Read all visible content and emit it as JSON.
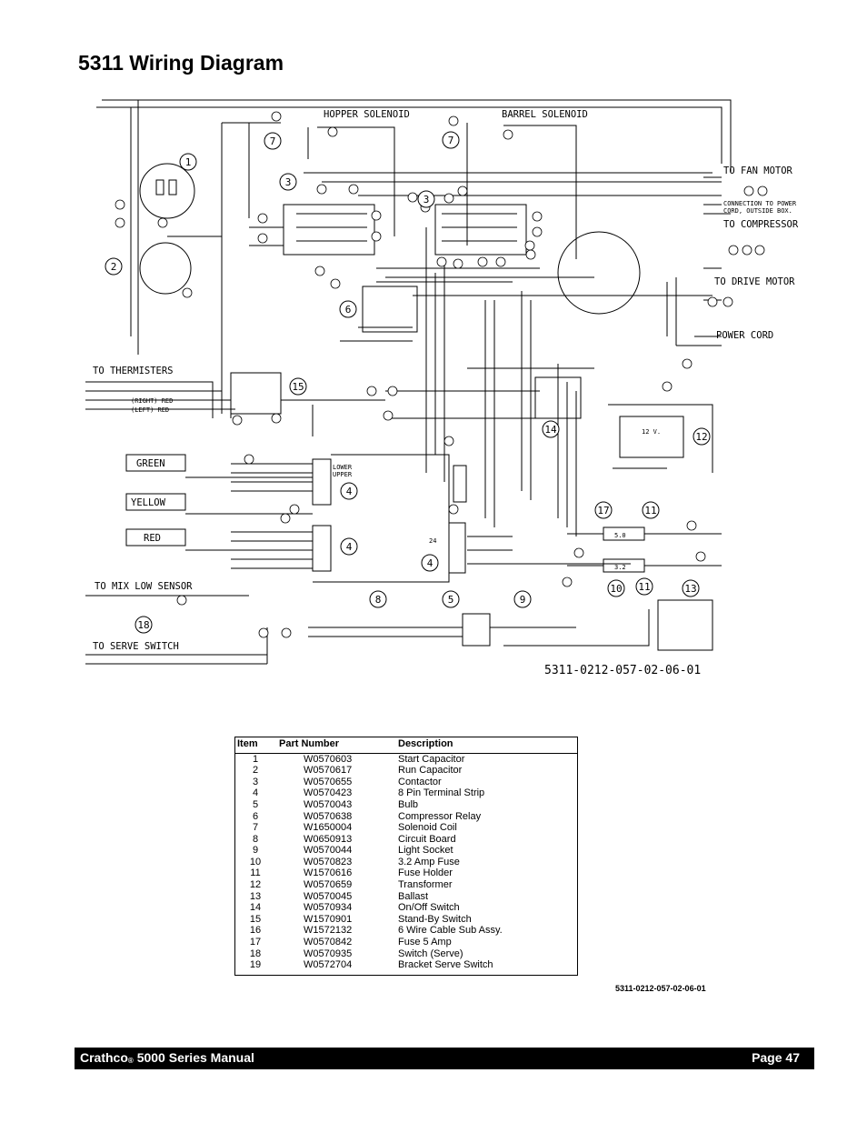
{
  "page": {
    "title": "5311 Wiring Diagram",
    "drawing_number": "5311-0212-057-02-06-01",
    "footer_brand": "Crathco",
    "footer_reg": "®",
    "footer_manual": " 5000 Series Manual",
    "footer_page": "Page 47"
  },
  "diagram": {
    "labels": {
      "hopper": "HOPPER SOLENOID",
      "barrel": "BARREL SOLENOID",
      "fan": "TO FAN MOTOR",
      "conn1": "CONNECTION TO POWER",
      "conn2": "CORD, OUTSIDE BOX.",
      "compressor": "TO COMPRESSOR",
      "drive": "TO DRIVE MOTOR",
      "power": "POWER CORD",
      "thermisters": "TO THERMISTERS",
      "mixlow": "TO MIX LOW SENSOR",
      "serve": "TO SERVE SWITCH",
      "green_box": "GREEN",
      "yellow_box": "YELLOW",
      "red_box": "RED",
      "lower": "LOWER",
      "upper": "UPPER",
      "fuse5": "5.0",
      "fuse32": "3.2",
      "right_red": "(RIGHT) RED",
      "left_red": "(LEFT) RED",
      "v24": "24",
      "v12": "12 V."
    },
    "callouts": [
      "1",
      "2",
      "3",
      "3",
      "4",
      "4",
      "4",
      "5",
      "6",
      "7",
      "7",
      "8",
      "9",
      "10",
      "11",
      "11",
      "12",
      "13",
      "14",
      "15",
      "17",
      "18"
    ]
  },
  "table": {
    "headers": [
      "Item",
      "Part Number",
      "Description"
    ],
    "rows": [
      [
        "1",
        "W0570603",
        "Start Capacitor"
      ],
      [
        "2",
        "W0570617",
        "Run Capacitor"
      ],
      [
        "3",
        "W0570655",
        "Contactor"
      ],
      [
        "4",
        "W0570423",
        "8 Pin Terminal Strip"
      ],
      [
        "5",
        "W0570043",
        "Bulb"
      ],
      [
        "6",
        "W0570638",
        "Compressor Relay"
      ],
      [
        "7",
        "W1650004",
        "Solenoid Coil"
      ],
      [
        "8",
        "W0650913",
        "Circuit Board"
      ],
      [
        "9",
        "W0570044",
        "Light Socket"
      ],
      [
        "10",
        "W0570823",
        "3.2 Amp Fuse"
      ],
      [
        "11",
        "W1570616",
        "Fuse Holder"
      ],
      [
        "12",
        "W0570659",
        "Transformer"
      ],
      [
        "13",
        "W0570045",
        "Ballast"
      ],
      [
        "14",
        "W0570934",
        "On/Off Switch"
      ],
      [
        "15",
        "W1570901",
        "Stand-By Switch"
      ],
      [
        "16",
        "W1572132",
        "6 Wire Cable Sub Assy."
      ],
      [
        "17",
        "W0570842",
        "Fuse 5 Amp"
      ],
      [
        "18",
        "W0570935",
        "Switch (Serve)"
      ],
      [
        "19",
        "W0572704",
        "Bracket Serve Switch"
      ]
    ]
  }
}
